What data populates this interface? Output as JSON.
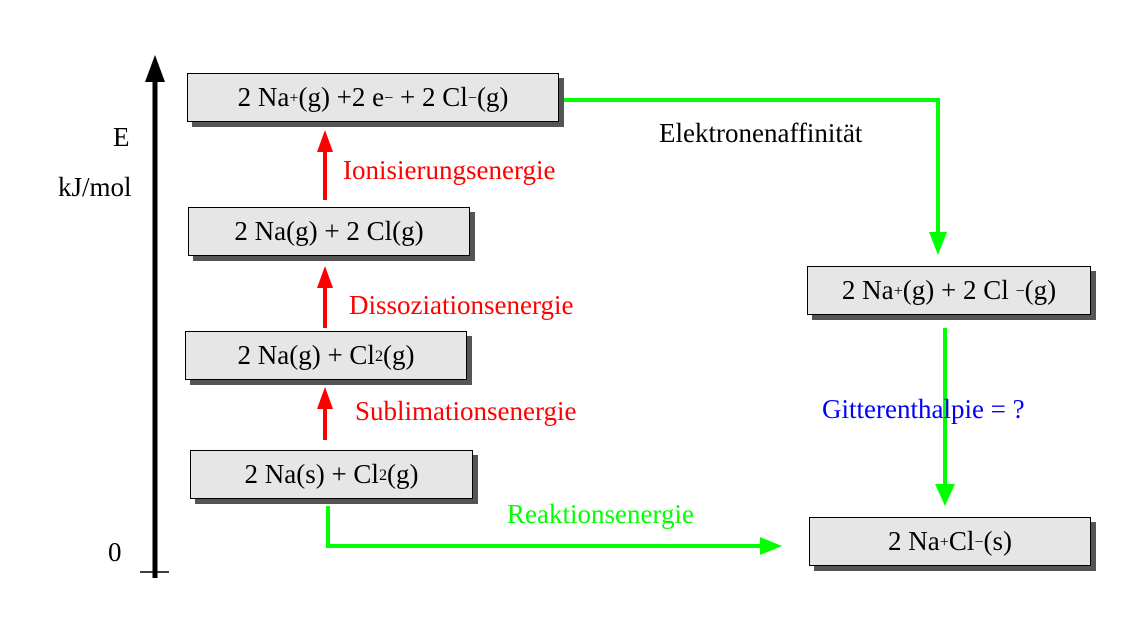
{
  "axis": {
    "label_symbol": "E",
    "label_unit": "kJ/mol",
    "zero_label": "0"
  },
  "levels": {
    "ions_electrons": {
      "parts": [
        "2 Na",
        "+",
        "(g) +2 e",
        "−",
        " + 2 Cl",
        "−",
        "(g)"
      ]
    },
    "atoms": {
      "text": "2 Na(g) + 2 Cl(g)"
    },
    "gas_na_cl2": {
      "parts": [
        "2 Na(g) + Cl",
        "2",
        "(g)"
      ]
    },
    "solid_na_cl2": {
      "parts": [
        "2 Na(s) + Cl",
        "2",
        "(g)"
      ]
    },
    "ions_gas": {
      "parts": [
        "2 Na",
        "+",
        "(g) + 2 Cl ",
        "−",
        "(g)"
      ]
    },
    "nacl_solid": {
      "parts": [
        "2 Na",
        "+",
        "Cl",
        "−",
        "(s)"
      ]
    }
  },
  "transitions": {
    "ionization": "Ionisierungsenergie",
    "dissociation": "Dissoziationsenergie",
    "sublimation": "Sublimationsenergie",
    "electron_affinity": "Elektronenaffinität",
    "lattice_enthalpy": "Gitterenthalpie = ?",
    "reaction_energy": "Reaktionsenergie"
  },
  "colors": {
    "up_arrow": "#ff0000",
    "path_arrow": "#00ff00",
    "lattice_label": "#0000ff",
    "box_fill": "#e6e6e6"
  }
}
